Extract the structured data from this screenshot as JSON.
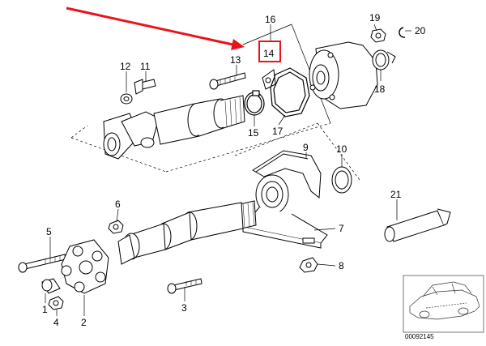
{
  "diagram": {
    "callouts": {
      "p1": "1",
      "p2": "2",
      "p3": "3",
      "p4": "4",
      "p5": "5",
      "p6": "6",
      "p7": "7",
      "p8": "8",
      "p9": "9",
      "p10": "10",
      "p11": "11",
      "p12": "12",
      "p13": "13",
      "p14": "14",
      "p15": "15",
      "p16": "16",
      "p17": "17",
      "p18": "18",
      "p19": "19",
      "p20": "20",
      "p21": "21"
    },
    "highlighted_part": "14",
    "reference_number": "00092145",
    "colors": {
      "arrow": "#e8141c",
      "highlight_box": "#e8141c",
      "line": "#000000"
    }
  }
}
